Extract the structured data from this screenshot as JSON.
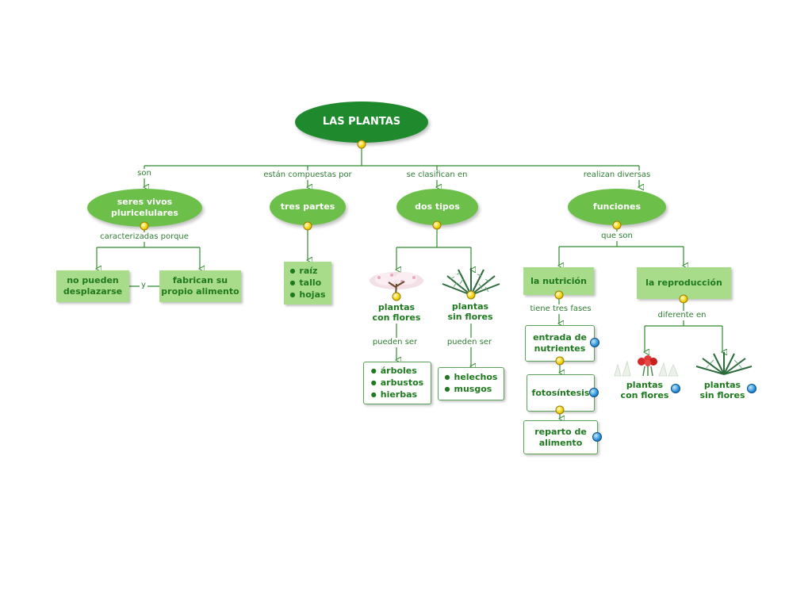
{
  "root": {
    "title": "LAS PLANTAS"
  },
  "branches": [
    {
      "link": "son",
      "label": "seres vivos\npluricelulares"
    },
    {
      "link": "están compuestas por",
      "label": "tres partes"
    },
    {
      "link": "se clasifican en",
      "label": "dos tipos"
    },
    {
      "link": "realizan diversas",
      "label": "funciones"
    }
  ],
  "seres": {
    "link": "caracterizadas porque",
    "joiner": "y",
    "left": "no pueden\ndesplazarse",
    "right": "fabrican su\npropio alimento"
  },
  "partes": {
    "items": [
      "raíz",
      "tallo",
      "hojas"
    ]
  },
  "tipos": {
    "con_flores": {
      "label": "plantas\ncon flores",
      "link": "pueden ser",
      "items": [
        "árboles",
        "arbustos",
        "hierbas"
      ]
    },
    "sin_flores": {
      "label": "plantas\nsin flores",
      "link": "pueden ser",
      "items": [
        "helechos",
        "musgos"
      ]
    }
  },
  "funciones": {
    "link": "que son",
    "nutricion": {
      "label": "la nutrición",
      "link": "tiene tres fases",
      "fases": [
        "entrada de\nnutrientes",
        "fotosíntesis",
        "reparto de\nalimento"
      ]
    },
    "reproduccion": {
      "label": "la reproducción",
      "link": "diferente en",
      "con_flores": "plantas\ncon flores",
      "sin_flores": "plantas\nsin flores"
    }
  },
  "colors": {
    "root_fill": "#1f8a2d",
    "oval_fill": "#6cc04a",
    "box_fill": "#a8dc8a",
    "text_green": "#1f7a1f",
    "line_green": "#2e8b2e"
  },
  "icons": [
    "connector-knob-icon",
    "info-link-icon",
    "blossom-tree-icon",
    "fern-plant-icon",
    "flower-plant-icon"
  ]
}
